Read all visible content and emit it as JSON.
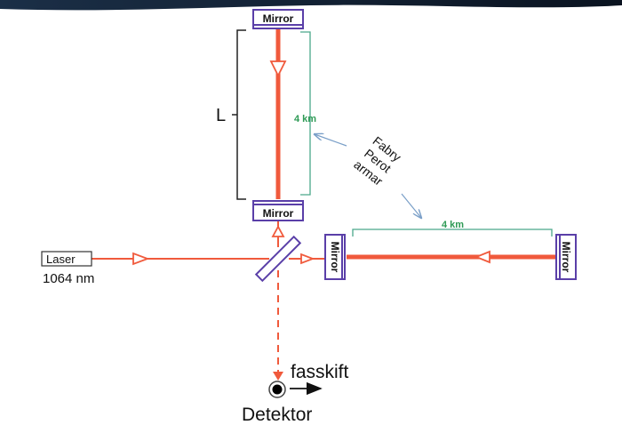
{
  "labels": {
    "mirror_top": "Mirror",
    "mirror_mid": "Mirror",
    "mirror_beam": "Mirror",
    "mirror_right": "Mirror",
    "laser": "Laser",
    "wavelength": "1064 nm",
    "length": "L",
    "arm_vertical": "4 km",
    "arm_horizontal": "4 km",
    "fabry_lines": [
      "Fabry",
      "Perot",
      "armar"
    ],
    "phase_shift": "fasskift",
    "detector": "Detektor"
  },
  "colors": {
    "beam": "#f05a3c",
    "mirror_border": "#5a3fa8",
    "dimension": "#4aa88a",
    "dimension_text": "#2e9a55",
    "pointer": "#7a9fc8",
    "text": "#111111"
  },
  "icons": {
    "beam_direction": "triangle-arrow-icon",
    "detector": "photodetector-icon"
  }
}
